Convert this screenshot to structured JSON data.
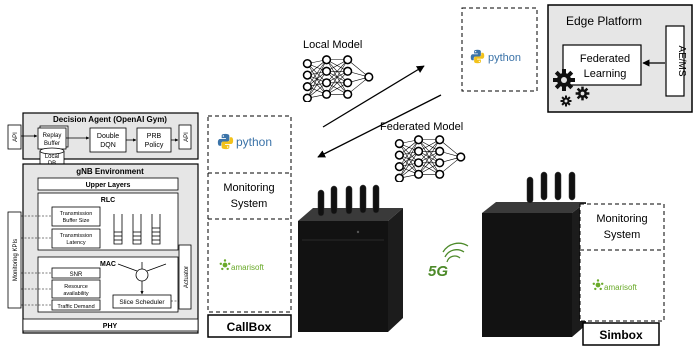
{
  "left_panel": {
    "api_left": "API",
    "api_right": "API",
    "decision_agent_title": "Decision Agent (OpenAI Gym)",
    "replay_buffer": [
      "Replay",
      "Buffer"
    ],
    "local_db": [
      "Local",
      "DB"
    ],
    "double_dqn": [
      "Double",
      "DQN"
    ],
    "prb_policy": [
      "PRB",
      "Policy"
    ],
    "gnb_environment": "gNB Environment",
    "upper_layers": "Upper Layers",
    "rlc": "RLC",
    "transmission_buffer_size": [
      "Transmission",
      "Buffer Size"
    ],
    "transmission_latency": [
      "Transmission",
      "Latency"
    ],
    "mac": "MAC",
    "snr": "SNR",
    "resource_availability": [
      "Resource",
      "availability"
    ],
    "traffic_demand": "Traffic Demand",
    "slice_scheduler": "Slice Scheduler",
    "phy": "PHY",
    "monitoring_kpis": "Monitoring KPIs",
    "actuator": "Actuator"
  },
  "callbox": {
    "python_label": "python",
    "monitoring_system": [
      "Monitoring",
      "System"
    ],
    "amarisoft_label": "amarisoft",
    "name": "CallBox"
  },
  "simbox": {
    "monitoring_system": [
      "Monitoring",
      "System"
    ],
    "amarisoft_label": "amarisoft",
    "name": "Simbox"
  },
  "models": {
    "local_model": "Local Model",
    "federated_model": "Federated Model"
  },
  "edge": {
    "python_label": "python",
    "platform_title": "Edge Platform",
    "federated_learning": [
      "Federated",
      "Learning"
    ],
    "ae_ms": "AE/MS"
  },
  "badge_5g": "5G",
  "colors": {
    "panel_gray": "#e6e6e6",
    "python_blue": "#3b73a8",
    "python_yellow": "#f2c21b",
    "amarisoft_green": "#6aaa2a",
    "g5_green": "#4d8a2a"
  }
}
